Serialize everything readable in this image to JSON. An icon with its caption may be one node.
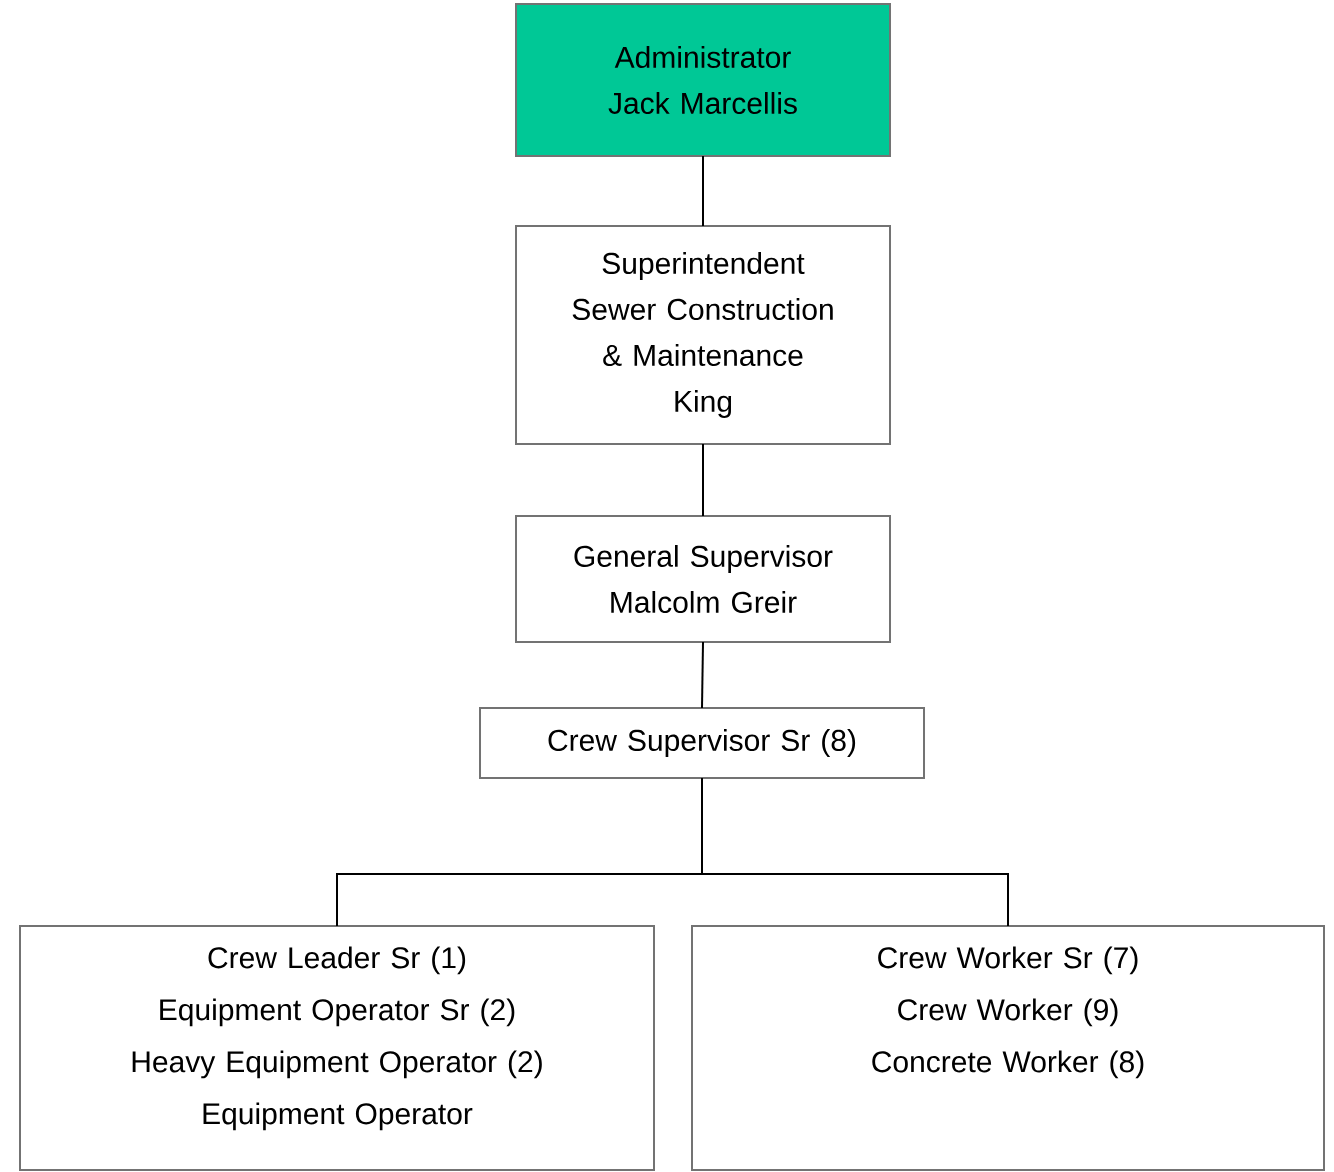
{
  "diagram": {
    "nodes": [
      {
        "text": [
          "Administrator",
          "Jack Marcellis"
        ]
      },
      {
        "text": [
          "Superintendent Sewer Construction & Maintenance",
          "King"
        ]
      },
      {
        "text": [
          "General Supervisor",
          "Malcolm Greir"
        ]
      },
      {
        "text": [
          "Crew Supervisor Sr (8)"
        ]
      },
      {
        "text": [
          "Crew Leader Sr (1)",
          "Equipment Operator Sr (2)",
          "Heavy Equipment Operator (2)",
          "Equipment Operator"
        ]
      },
      {
        "text": [
          "Crew Worker Sr (7)",
          "Crew Worker (9)",
          "Concrete Worker (8)"
        ]
      }
    ],
    "edges": [
      {
        "from": 0,
        "to": 1,
        "arrow": "none"
      },
      {
        "from": 1,
        "to": 2,
        "arrow": "none"
      },
      {
        "from": 2,
        "to": 3,
        "arrow": "none"
      },
      {
        "from": 3,
        "to": 4,
        "arrow": "none"
      },
      {
        "from": 3,
        "to": 5,
        "arrow": "none"
      }
    ]
  }
}
